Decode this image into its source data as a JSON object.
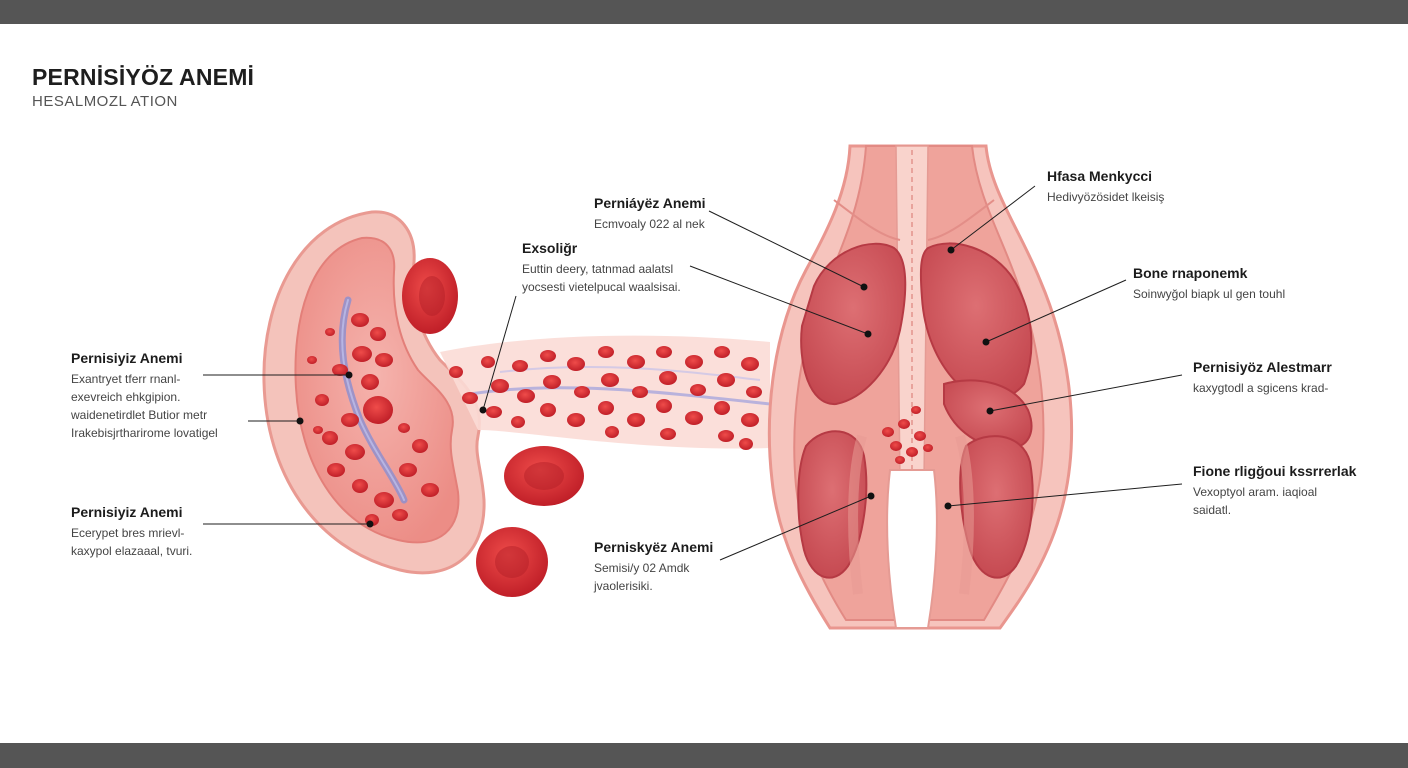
{
  "title": "PERNİSİYÖZ ANEMİ",
  "subtitle": "HESALMOZL ATION",
  "colors": {
    "frame_bar": "#555555",
    "tissue_light": "#f7c9c2",
    "tissue_mid": "#ef9a93",
    "blood_cell": "#d42a2e",
    "vessel": "#8f8fce",
    "label_text": "#222222"
  },
  "labels": {
    "left_1": {
      "heading": "Pernisiyiz Anemi",
      "lines": [
        "Exantryet tferr rnanl-",
        "exevreich ehkgipion.",
        "waidenetirdlet Butior metr",
        "Irakebisjrtharirome lovatigel"
      ]
    },
    "left_2": {
      "heading": "Pernisiyiz Anemi",
      "lines": [
        "Ecerypet bres mrievl-",
        "kaxypol elazaaal, tvuri."
      ]
    },
    "center_top_1": {
      "heading": "Perniáyëz Anemi",
      "lines": [
        "Ecmvoaly 022 al nek"
      ]
    },
    "center_top_2": {
      "heading": "Exsoliğr",
      "lines": [
        "Euttin deery, tatnmad aalatsl",
        "yocsesti vietelpucal waalsisai."
      ]
    },
    "center_bottom": {
      "heading": "Perniskyëz Anemi",
      "lines": [
        "Semisi/y 02 Amdk",
        "jvaolerisiki."
      ]
    },
    "right_1": {
      "heading": "Hfasa Menkycci",
      "lines": [
        "Hedivyözösidet lkeisiş"
      ]
    },
    "right_2": {
      "heading": "Bone rnaponemk",
      "lines": [
        "Soinwyğol biapk ul gen touhl"
      ]
    },
    "right_3": {
      "heading": "Pernisiyöz Alestmarr",
      "lines": [
        "kaxygtodl a sgicens krad-"
      ]
    },
    "right_4": {
      "heading": "Fione rligğoui kssrrerlak",
      "lines": [
        "Vexoptyol aram. iaqioal",
        "saidatl."
      ]
    }
  }
}
